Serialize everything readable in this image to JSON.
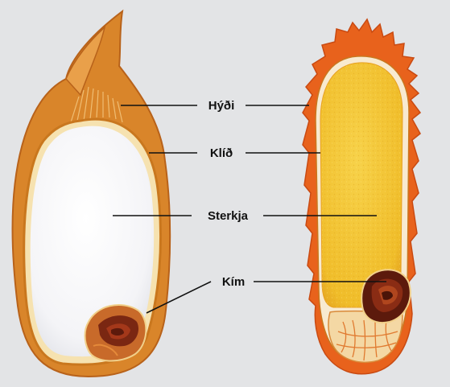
{
  "diagram": {
    "labels": {
      "husk": "Hýði",
      "bran": "Klíð",
      "starch": "Sterkja",
      "germ": "Kím"
    }
  },
  "colors": {
    "background": "#e3e4e6",
    "husk_orange": "#d9852a",
    "bran_orange": "#e8621c",
    "starch_white": "#f6f6f8",
    "starch_yellow": "#f2c232",
    "germ_brown": "#7a2712"
  }
}
